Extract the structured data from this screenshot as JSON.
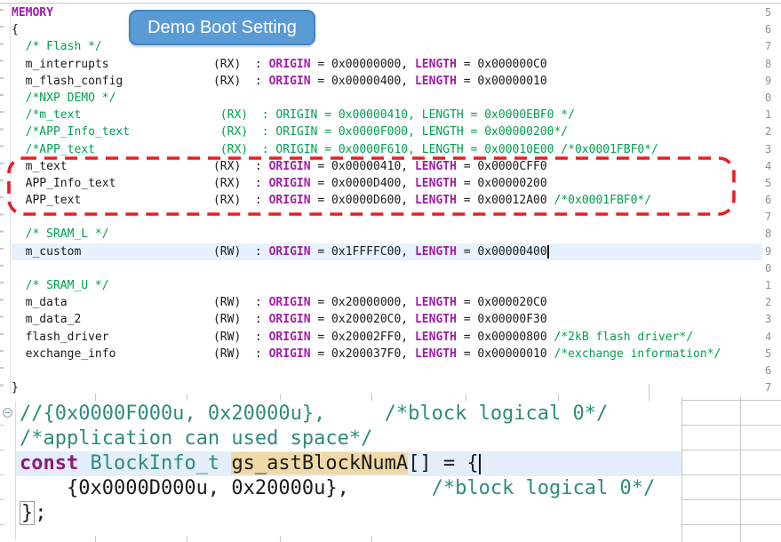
{
  "callout": {
    "label": "Demo Boot Setting",
    "bg": "#5B9BD5",
    "border": "#41719C",
    "text_color": "#FFFFFF"
  },
  "annotation_box": {
    "color": "#ED1C24",
    "style": "dashed-rounded-rect",
    "purpose": "highlights m_text / APP_Info_text / APP_text region rows"
  },
  "colors": {
    "keyword_top": "#A11CA8",
    "comment_top": "#00A050",
    "plain_code": "#1A1A1A",
    "comment_bottom_teal": "#2E8B7B",
    "keyword_bottom": "#8E1A77",
    "current_line_bg": "#E8F2FC",
    "occurrence_bg": "#EFD9A7"
  },
  "editor_top": {
    "lines": [
      {
        "num": "5",
        "segs": [
          {
            "t": "MEMORY",
            "c": "kw"
          }
        ]
      },
      {
        "num": "6",
        "segs": [
          {
            "t": "{"
          }
        ]
      },
      {
        "num": "7",
        "segs": [
          {
            "t": "  "
          },
          {
            "t": "/* Flash */",
            "c": "cm"
          }
        ]
      },
      {
        "num": "8",
        "segs": [
          {
            "t": "  m_interrupts               (RX)  : "
          },
          {
            "t": "ORIGIN",
            "c": "kw"
          },
          {
            "t": " = 0x00000000, "
          },
          {
            "t": "LENGTH",
            "c": "kw"
          },
          {
            "t": " = 0x000000C0"
          }
        ]
      },
      {
        "num": "9",
        "segs": [
          {
            "t": "  m_flash_config             (RX)  : "
          },
          {
            "t": "ORIGIN",
            "c": "kw"
          },
          {
            "t": " = 0x00000400, "
          },
          {
            "t": "LENGTH",
            "c": "kw"
          },
          {
            "t": " = 0x00000010"
          }
        ]
      },
      {
        "num": "0",
        "segs": [
          {
            "t": "  /*NXP DEMO */",
            "c": "cm"
          }
        ]
      },
      {
        "num": "1",
        "segs": [
          {
            "t": "  /*m_text                    (RX)  : ORIGIN = 0x00000410, LENGTH = 0x0000EBF0 */",
            "c": "cm"
          }
        ]
      },
      {
        "num": "2",
        "segs": [
          {
            "t": "  /*APP_Info_text             (RX)  : ORIGIN = 0x0000F000, LENGTH = 0x00000200*/",
            "c": "cm"
          }
        ]
      },
      {
        "num": "3",
        "segs": [
          {
            "t": "  /*APP_text                  (RX)  : ORIGIN = 0x0000F610, LENGTH = 0x00010E00 /*0x0001FBF0*/",
            "c": "cm"
          }
        ]
      },
      {
        "num": "4",
        "segs": [
          {
            "t": "  m_text                     (RX)  : "
          },
          {
            "t": "ORIGIN",
            "c": "kw"
          },
          {
            "t": " = 0x00000410, "
          },
          {
            "t": "LENGTH",
            "c": "kw"
          },
          {
            "t": " = 0x0000CFF0"
          }
        ]
      },
      {
        "num": "5",
        "segs": [
          {
            "t": "  APP_Info_text              (RX)  : "
          },
          {
            "t": "ORIGIN",
            "c": "kw"
          },
          {
            "t": " = 0x0000D400, "
          },
          {
            "t": "LENGTH",
            "c": "kw"
          },
          {
            "t": " = 0x00000200"
          }
        ]
      },
      {
        "num": "6",
        "segs": [
          {
            "t": "  APP_text                   (RX)  : "
          },
          {
            "t": "ORIGIN",
            "c": "kw"
          },
          {
            "t": " = 0x0000D600, "
          },
          {
            "t": "LENGTH",
            "c": "kw"
          },
          {
            "t": " = 0x00012A00 "
          },
          {
            "t": "/*0x0001FBF0*/",
            "c": "cm"
          }
        ]
      },
      {
        "num": "7",
        "segs": []
      },
      {
        "num": "8",
        "segs": [
          {
            "t": "  "
          },
          {
            "t": "/* SRAM_L */",
            "c": "cm"
          }
        ]
      },
      {
        "num": "9",
        "cls": "hl",
        "segs": [
          {
            "t": "  m_custom                   (RW)  : "
          },
          {
            "t": "ORIGIN",
            "c": "kw"
          },
          {
            "t": " = 0x1FFFFC00, "
          },
          {
            "t": "LENGTH",
            "c": "kw"
          },
          {
            "t": " = 0x00000400"
          },
          {
            "t": "",
            "c": "cursor"
          }
        ]
      },
      {
        "num": "0",
        "segs": []
      },
      {
        "num": "1",
        "segs": [
          {
            "t": "  "
          },
          {
            "t": "/* SRAM_U */",
            "c": "cm"
          }
        ]
      },
      {
        "num": "2",
        "segs": [
          {
            "t": "  m_data                     (RW)  : "
          },
          {
            "t": "ORIGIN",
            "c": "kw"
          },
          {
            "t": " = 0x20000000, "
          },
          {
            "t": "LENGTH",
            "c": "kw"
          },
          {
            "t": " = 0x000020C0"
          }
        ]
      },
      {
        "num": "3",
        "segs": [
          {
            "t": "  m_data_2                   (RW)  : "
          },
          {
            "t": "ORIGIN",
            "c": "kw"
          },
          {
            "t": " = 0x200020C0, "
          },
          {
            "t": "LENGTH",
            "c": "kw"
          },
          {
            "t": " = 0x00000F30"
          }
        ]
      },
      {
        "num": "4",
        "segs": [
          {
            "t": "  flash_driver               (RW)  : "
          },
          {
            "t": "ORIGIN",
            "c": "kw"
          },
          {
            "t": " = 0x20002FF0, "
          },
          {
            "t": "LENGTH",
            "c": "kw"
          },
          {
            "t": " = 0x00000800 "
          },
          {
            "t": "/*2kB flash driver*/",
            "c": "cm"
          }
        ]
      },
      {
        "num": "5",
        "segs": [
          {
            "t": "  exchange_info              (RW)  : "
          },
          {
            "t": "ORIGIN",
            "c": "kw"
          },
          {
            "t": " = 0x200037F0, "
          },
          {
            "t": "LENGTH",
            "c": "kw"
          },
          {
            "t": " = 0x00000010 "
          },
          {
            "t": "/*exchange information*/",
            "c": "cm"
          }
        ]
      },
      {
        "num": "6",
        "segs": []
      },
      {
        "num": "7",
        "segs": [
          {
            "t": "}"
          }
        ]
      }
    ]
  },
  "editor_bottom": {
    "lines": [
      {
        "segs": [
          {
            "t": "//{0x0000F000u, 0x20000u},",
            "c": "tl"
          },
          {
            "t": "     "
          },
          {
            "t": "/*block logical 0*/",
            "c": "tl"
          }
        ]
      },
      {
        "segs": [
          {
            "t": "/*application can used space*/",
            "c": "tl"
          }
        ]
      },
      {
        "cls": "hl2",
        "segs": [
          {
            "t": "const",
            "c": "kw2"
          },
          {
            "t": " "
          },
          {
            "t": "BlockInfo_t",
            "c": "tl"
          },
          {
            "t": " "
          },
          {
            "t": "gs_astBlockNumA",
            "c": "occ"
          },
          {
            "t": "[] = {"
          },
          {
            "t": "",
            "c": "cursor2"
          }
        ]
      },
      {
        "segs": [
          {
            "t": "    {0x0000D000u, 0x20000u},"
          },
          {
            "t": "       "
          },
          {
            "t": "/*block logical 0*/",
            "c": "tl"
          }
        ]
      },
      {
        "segs": [
          {
            "t": "}",
            "c": "brace"
          },
          {
            "t": ";"
          }
        ]
      }
    ]
  }
}
